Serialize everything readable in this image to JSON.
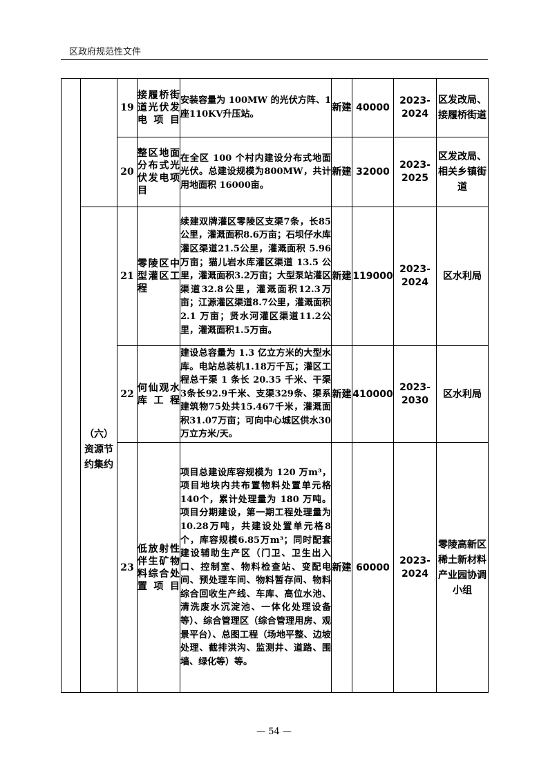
{
  "header": {
    "title": "区政府规范性文件"
  },
  "category": {
    "label": "（六）资源节约集约"
  },
  "rows": [
    {
      "no": "19",
      "name": "接履桥街道光伏发电项目",
      "content": "安装容量为 100MW 的光伏方阵、1座110KV升压站。",
      "type": "新建",
      "investment": "40000",
      "period": "2023-2024",
      "dept": "区发改局、接履桥街道"
    },
    {
      "no": "20",
      "name": "整区地面分布式光伏发电项目",
      "content": "在全区 100 个村内建设分布式地面光伏。总建设规模为800MW，共计用地面积 16000亩。",
      "type": "新建",
      "investment": "32000",
      "period": "2023-2025",
      "dept": "区发改局、相关乡镇街道"
    },
    {
      "no": "21",
      "name": "零陵区中型灌区工程",
      "content": "续建双牌灌区零陵区支渠7条，长85公里，灌溉面积8.6万亩；石坝仔水库灌区渠道21.5公里，灌溉面积 5.96 万亩；猫儿岩水库灌区渠道 13.5 公里，灌溉面积3.2万亩；大型泵站灌区渠道32.8公里，灌溉面积12.3万亩；江源灌区渠道8.7公里，灌溉面积 2.1 万亩；贤水河灌区渠道11.2公里，灌溉面积1.5万亩。",
      "type": "新建",
      "investment": "119000",
      "period": "2023-2024",
      "dept": "区水利局"
    },
    {
      "no": "22",
      "name": "何仙观水库工程",
      "content": "建设总容量为 1.3 亿立方米的大型水库。电站总装机1.18万千瓦；灌区工程总干渠 1 条长 20.35 千米、干渠3条长92.9千米、支渠329条、渠系建筑物75处共15.467千米，灌溉面积31.07万亩；可向中心城区供水30万立方米/天。",
      "type": "新建",
      "investment": "410000",
      "period": "2023-2030",
      "dept": "区水利局"
    },
    {
      "no": "23",
      "name": "低放射性伴生矿物料综合处置项目",
      "content": "项目总建设库容规模为 120 万m³，项目地块内共布置物料处置单元格140个，累计处理量为 180 万吨。项目分期建设，第一期工程处理量为10.28万吨，共建设处置单元格8个，库容规模6.85万m³；同时配套建设辅助生产区（门卫、卫生出入口、控制室、物料检查站、变配电间、预处理车间、物料暂存间、物料综合回收生产线、车库、高位水池、清洗废水沉淀池、一体化处理设备等）、综合管理区（综合管理用房、观景平台）、总图工程（场地平整、边坡处理、截排洪沟、监测井、道路、围墙、绿化等）等。",
      "type": "新建",
      "investment": "60000",
      "period": "2023-2024",
      "dept": "零陵高新区稀土新材料产业园协调小组"
    }
  ],
  "footer": {
    "page": "— 54 —"
  }
}
